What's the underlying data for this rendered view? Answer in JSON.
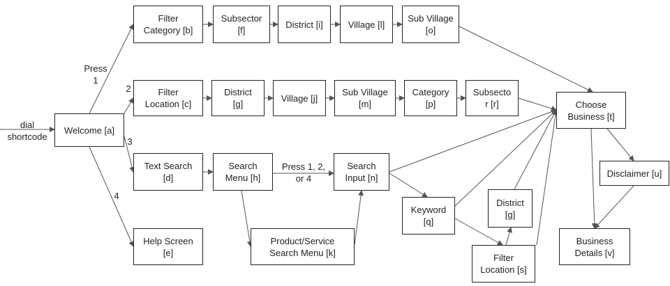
{
  "nodes": {
    "welcome": "Welcome [a]",
    "filter_category": "Filter\nCategory [b]",
    "subsector_f": "Subsector\n[f]",
    "district_i": "District [i]",
    "village_l": "Village [l]",
    "sub_village_o": "Sub Village\n[o]",
    "filter_location_c": "Filter\nLocation [c]",
    "district_g": "District\n[g]",
    "village_j": "Village [j]",
    "sub_village_m": "Sub Village\n[m]",
    "category_p": "Category\n[p]",
    "subsector_r": "Subsecto\nr [r]",
    "choose_business": "Choose\nBusiness [t]",
    "text_search": "Text Search\n[d]",
    "search_menu": "Search\nMenu [h]",
    "search_input": "Search\nInput [n]",
    "disclaimer": "Disclaimer [u]",
    "keyword": "Keyword\n[q]",
    "district_g2": "District\n[g]",
    "help_screen": "Help Screen\n[e]",
    "product_search_menu": "Product/Service\nSearch Menu [k]",
    "business_details": "Business\nDetails [v]",
    "filter_location_s": "Filter\nLocation [s]"
  },
  "edge_labels": {
    "dial": "dial\nshortcode",
    "press1": "Press\n1",
    "opt2": "2",
    "opt3": "3",
    "opt4": "4",
    "press124": "Press 1, 2,\nor 4"
  },
  "colors": {
    "line": "#555555",
    "border": "#222222"
  }
}
